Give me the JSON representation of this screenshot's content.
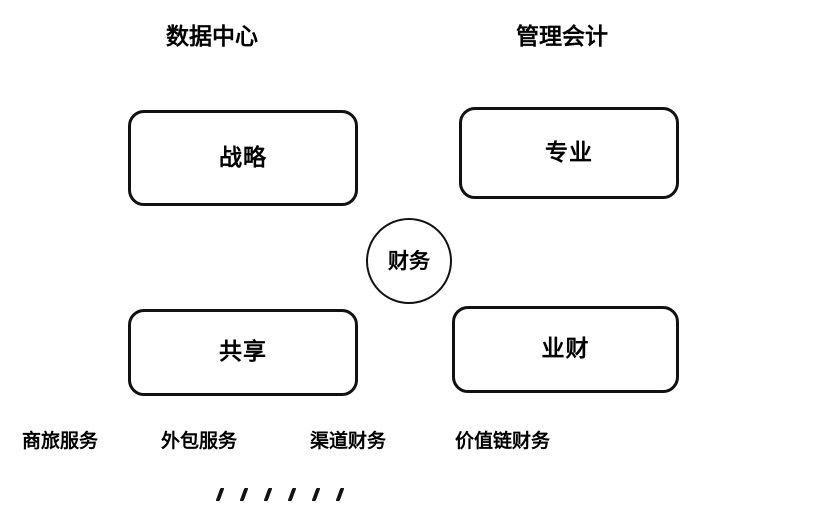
{
  "diagram": {
    "title_columns": [
      {
        "id": "data-center",
        "label": "数据中心"
      },
      {
        "id": "management-accounting",
        "label": "管理会计"
      }
    ],
    "nodes": [
      {
        "id": "strategy",
        "label": "战略",
        "shape": "rounded-rect",
        "column": "data-center",
        "row": "top"
      },
      {
        "id": "professional",
        "label": "专业",
        "shape": "rounded-rect",
        "column": "management-accounting",
        "row": "top"
      },
      {
        "id": "shared",
        "label": "共享",
        "shape": "rounded-rect",
        "column": "data-center",
        "row": "bottom"
      },
      {
        "id": "business-finance",
        "label": "业财",
        "shape": "rounded-rect",
        "column": "management-accounting",
        "row": "bottom"
      }
    ],
    "center": {
      "id": "finance",
      "label": "财务",
      "shape": "circle"
    },
    "services": [
      {
        "id": "business-travel-service",
        "label": "商旅服务"
      },
      {
        "id": "outsourcing-service",
        "label": "外包服务"
      },
      {
        "id": "channel-finance",
        "label": "渠道财务"
      },
      {
        "id": "value-chain-finance",
        "label": "价值链财务"
      }
    ],
    "tick_marks": {
      "glyph": "、",
      "count": 6
    },
    "colors": {
      "background": "#ffffff",
      "stroke": "#111111",
      "text": "#000000"
    }
  }
}
